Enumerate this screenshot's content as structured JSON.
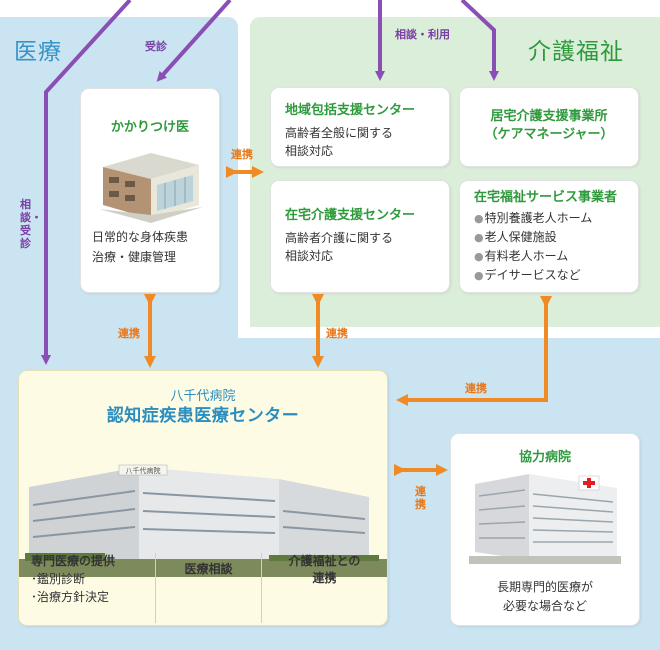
{
  "sections": {
    "medical": "医療",
    "care_welfare": "介護福祉"
  },
  "labels": {
    "visit": "受診",
    "consult_use": "相談・利用",
    "consult_visit_vertical": "相談・受診",
    "cooperation": "連携"
  },
  "family_doctor": {
    "title": "かかりつけ医",
    "line1": "日常的な身体疾患",
    "line2": "治療・健康管理"
  },
  "regional_support": {
    "title": "地域包括支援センター",
    "line1": "高齢者全般に関する",
    "line2": "相談対応"
  },
  "home_care_support": {
    "title": "在宅介護支援センター",
    "line1": "高齢者介護に関する",
    "line2": "相談対応"
  },
  "home_care_office": {
    "title_line1": "居宅介護支援事業所",
    "title_line2": "（ケアマネージャー）"
  },
  "home_services": {
    "title": "在宅福祉サービス事業者",
    "items": [
      "特別養護老人ホーム",
      "老人保健施設",
      "有料老人ホーム",
      "デイサービスなど"
    ]
  },
  "center": {
    "subtitle": "八千代病院",
    "title": "認知症疾患医療センター",
    "sign": "八千代病院",
    "col1_head": "専門医療の提供",
    "col1_items": [
      "･鑑別診断",
      "･治療方針決定"
    ],
    "col2_head": "医療相談",
    "col3_head_line1": "介護福祉との",
    "col3_head_line2": "連携"
  },
  "partner": {
    "title": "協力病院",
    "line1": "長期専門的医療が",
    "line2": "必要な場合など"
  },
  "colors": {
    "medical_bg": "#cbe4f1",
    "care_bg": "#dbeed9",
    "purple_arrow": "#8a4fb5",
    "orange_arrow": "#f08a24",
    "green_title": "#2f9a3c",
    "blue_title": "#2a8ec0"
  }
}
